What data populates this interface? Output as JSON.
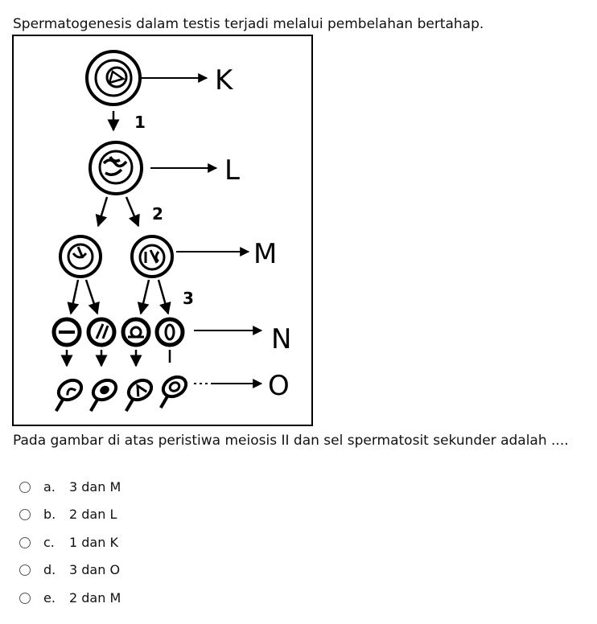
{
  "question": {
    "intro": "Spermatogenesis dalam testis terjadi melalui pembelahan bertahap.",
    "prompt": "Pada gambar di atas peristiwa meiosis II dan sel spermatosit sekunder adalah ...."
  },
  "figure": {
    "stage_labels": [
      "K",
      "L",
      "M",
      "N",
      "O"
    ],
    "step_labels": [
      "1",
      "2",
      "3"
    ]
  },
  "options": [
    {
      "letter": "a.",
      "text": "3 dan M",
      "selected": false
    },
    {
      "letter": "b.",
      "text": "2 dan L",
      "selected": false
    },
    {
      "letter": "c.",
      "text": "1 dan K",
      "selected": false
    },
    {
      "letter": "d.",
      "text": "3 dan O",
      "selected": false
    },
    {
      "letter": "e.",
      "text": "2 dan M",
      "selected": false
    }
  ]
}
